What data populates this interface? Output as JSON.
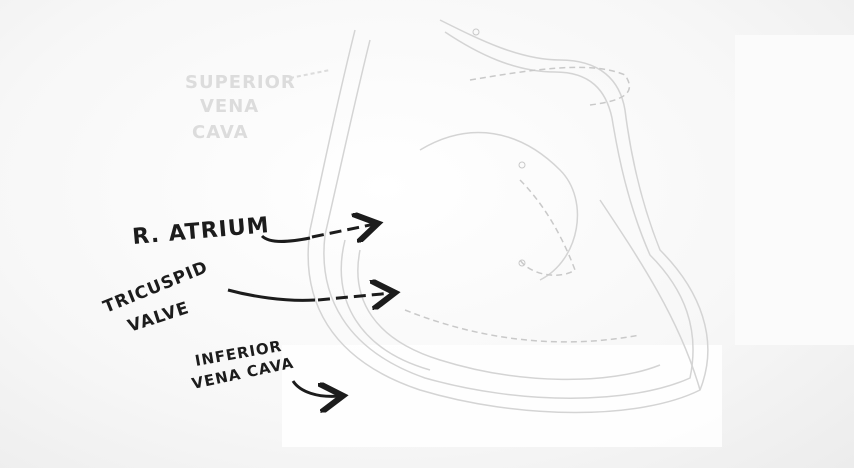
{
  "labels": {
    "svc_line1": "SUPERIOR",
    "svc_line2": "VENA",
    "svc_line3": "CAVA",
    "r_atrium": "R. ATRIUM",
    "tricuspid_line1": "TRICUSPID",
    "tricuspid_line2": "VALVE",
    "ivc_line1": "INFERIOR",
    "ivc_line2": "VENA CAVA"
  },
  "colors": {
    "ink": "#1c1c1c",
    "faint_ink": "#dcdcdc",
    "sketch_line": "#cfcfcf",
    "board": "#ffffff"
  }
}
